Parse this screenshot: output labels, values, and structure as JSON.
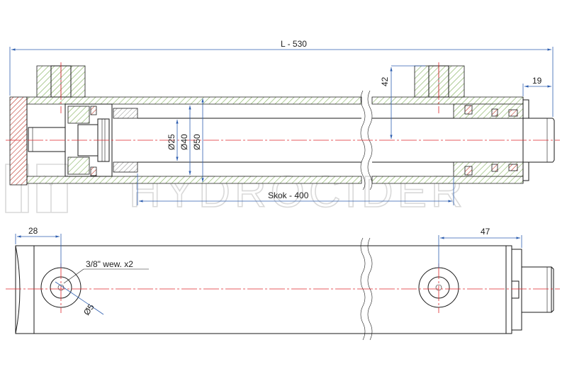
{
  "watermark": {
    "brand": "HYDROCIDER"
  },
  "dimensions": {
    "overall_length": "L - 530",
    "port_height": "42",
    "rod_extension": "19",
    "rod_diameter": "Ø25",
    "bore_diameter": "Ø40",
    "tube_diameter": "Ø50",
    "stroke": "Skok - 400",
    "port_offset_left": "28",
    "port_offset_right": "47",
    "port_thread": "3/8\" wew. x2",
    "port_hole": "Ø5"
  },
  "colors": {
    "dimension_line": "#2f5fb0",
    "center_line": "#e0262b",
    "hatch_tube": "#7fae57",
    "hatch_seal": "#c0392b",
    "watermark": "#d9d9d9"
  }
}
